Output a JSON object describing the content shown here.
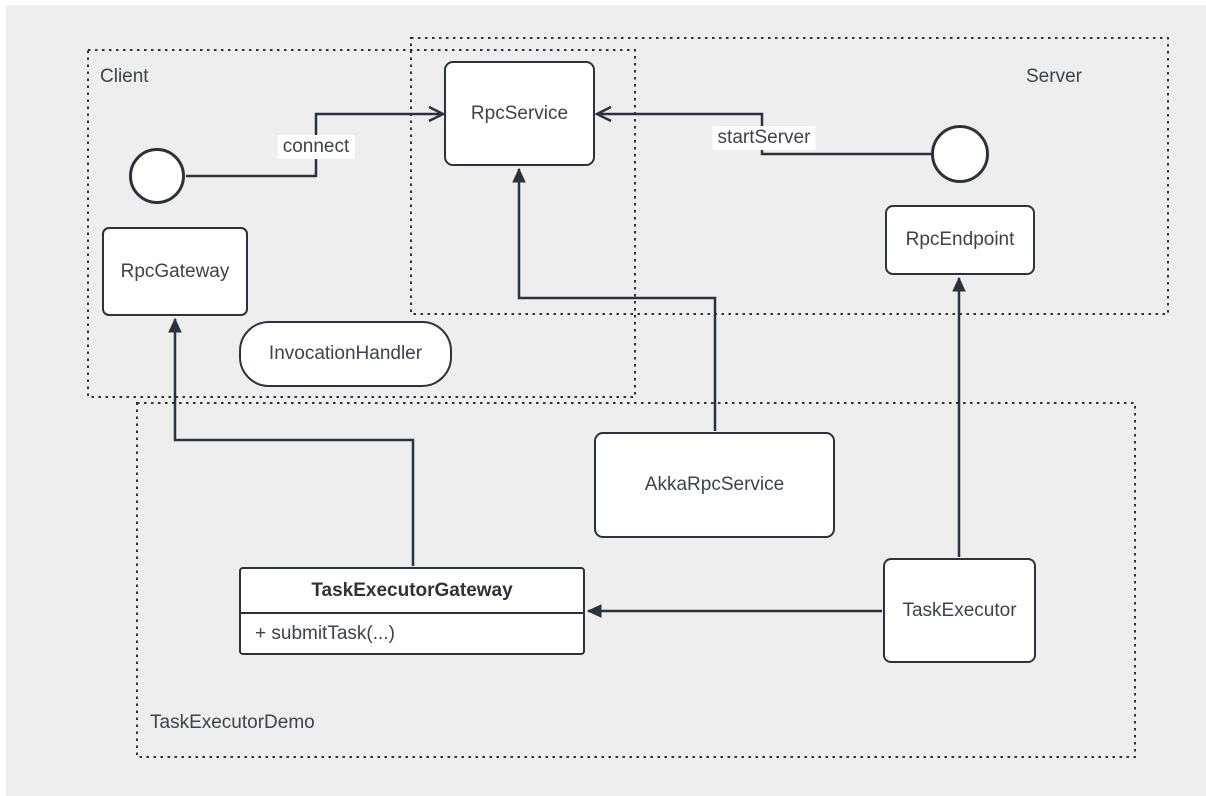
{
  "theme": {
    "bg": "#eeeeee",
    "stroke": "#2c323c",
    "node-fill": "#ffffff",
    "text": "#3c434d"
  },
  "containers": {
    "client": {
      "label": "Client"
    },
    "server": {
      "label": "Server"
    },
    "task_executor_demo": {
      "label": "TaskExecutorDemo"
    }
  },
  "nodes": {
    "rpc_service": {
      "label": "RpcService"
    },
    "rpc_gateway": {
      "label": "RpcGateway"
    },
    "invocation_handler": {
      "label": "InvocationHandler"
    },
    "rpc_endpoint": {
      "label": "RpcEndpoint"
    },
    "akka_rpc_service": {
      "label": "AkkaRpcService"
    },
    "task_executor": {
      "label": "TaskExecutor"
    },
    "task_executor_gateway": {
      "title": "TaskExecutorGateway",
      "method": "+ submitTask(...)"
    }
  },
  "edges": {
    "connect": {
      "label": "connect"
    },
    "start_server": {
      "label": "startServer"
    }
  }
}
